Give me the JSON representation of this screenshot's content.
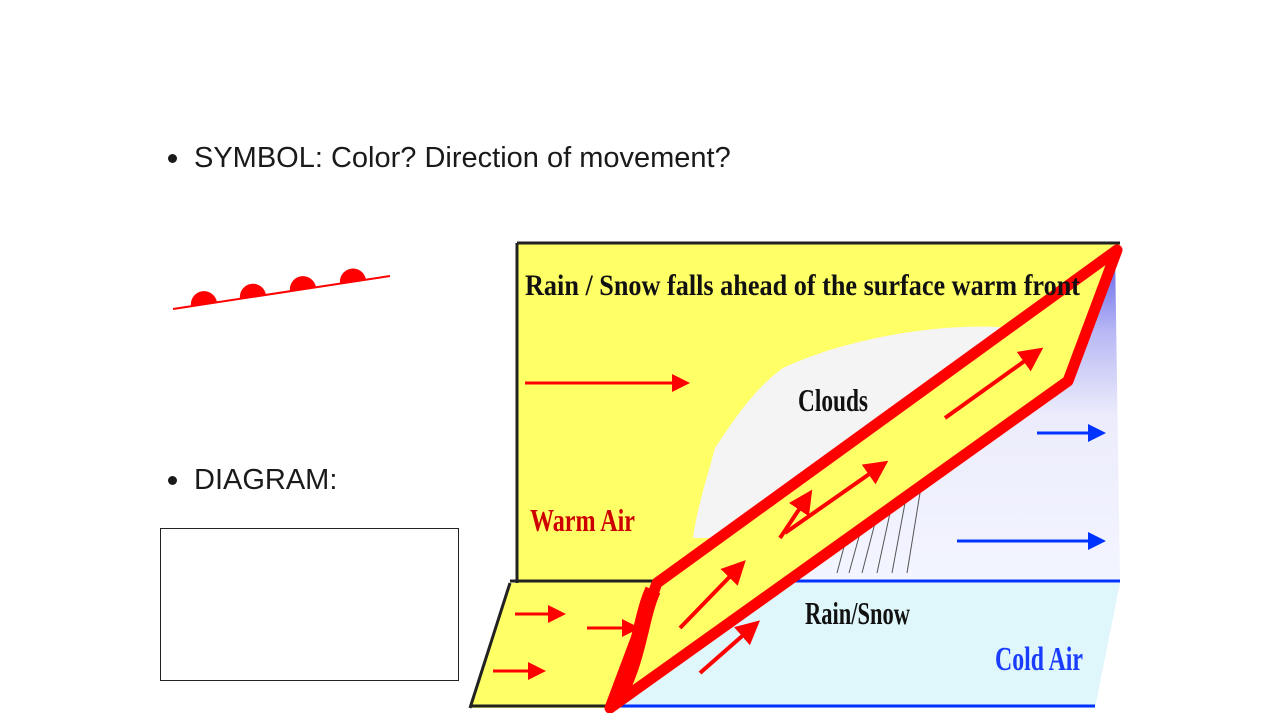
{
  "bullets": {
    "symbol_prompt": "SYMBOL: Color? Direction of movement?",
    "diagram_prompt": "DIAGRAM:"
  },
  "diagram": {
    "header": "Rain / Snow falls ahead of the surface warm front",
    "clouds_label": "Clouds",
    "warm_air_label": "Warm Air",
    "rain_snow_label": "Rain/Snow",
    "cold_air_label": "Cold Air"
  },
  "colors": {
    "warm_front": "#ff0000",
    "warm_air_fill": "#ffff66",
    "cold_air_arrow": "#0033ff",
    "cold_air_text": "#1a3cff"
  },
  "icons": {
    "warm_front_symbol": "warm-front-symbol-icon"
  }
}
